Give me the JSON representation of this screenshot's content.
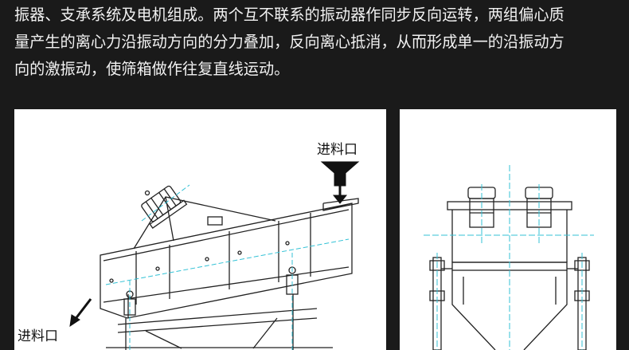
{
  "description": {
    "lines": [
      "振器、支承系统及电机组成。两个互不联系的振动器作同步反向运转，两组偏心质",
      "量产生的离心力沿振动方向的分力叠加，反向离心抵消，从而形成单一的沿振动方",
      "向的激振动，使筛箱做作往复直线运动。"
    ]
  },
  "side_view": {
    "label_top": "进料口",
    "label_bottom": "进料口"
  },
  "colors": {
    "background": "#1a1a1a",
    "text": "#f2f2f2",
    "drawing_line": "#222222",
    "center_line": "#33c2d6"
  }
}
